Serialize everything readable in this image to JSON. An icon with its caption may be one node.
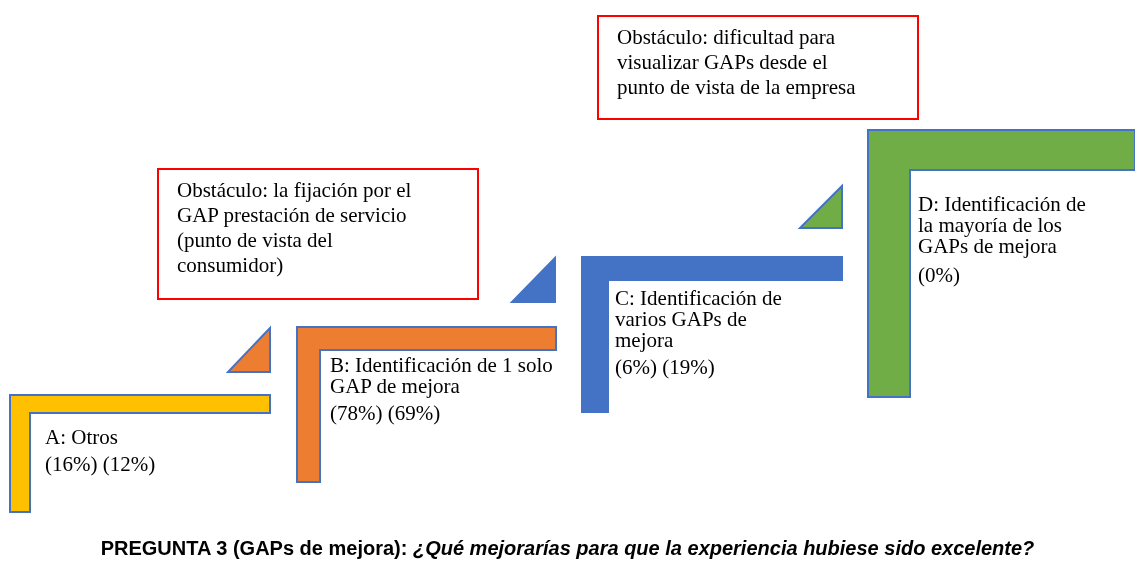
{
  "diagram": {
    "caption": "PREGUNTA 3 (GAPs de mejora): *¿Qué mejorarías para que la experiencia hubiese sido excelente?*",
    "nodes": [
      {
        "text": [
          "Obstáculo: dificultad para visualizar GAPs desde el punto de vista de la empresa"
        ]
      },
      {
        "text": [
          "Obstáculo: la fijación por el GAP prestación de servicio (punto de vista del consumidor)"
        ]
      },
      {
        "text": [
          "D: Identificación de la mayoría de los GAPs de mejora",
          "(0%)"
        ]
      },
      {
        "text": [
          "C: Identificación de varios GAPs de mejora",
          "(6%) (19%)"
        ]
      },
      {
        "text": [
          "B: Identificación de 1 solo GAP de mejora",
          "(78%) (69%)"
        ]
      },
      {
        "text": [
          "A: Otros",
          "(16%) (12%)"
        ]
      },
      {
        "text": [],
        "shape": "triangle"
      },
      {
        "text": [],
        "shape": "triangle"
      },
      {
        "text": [],
        "shape": "triangle"
      }
    ],
    "edges": []
  }
}
